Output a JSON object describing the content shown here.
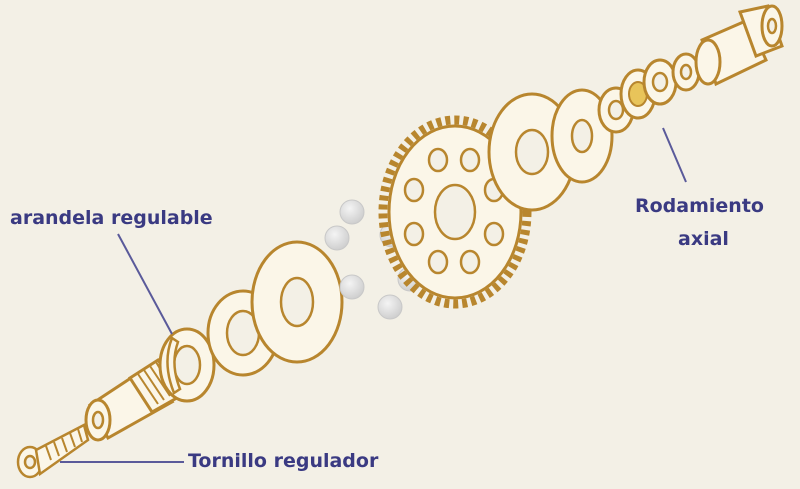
{
  "labels": {
    "adjustable_washer": "arandela regulable",
    "axial_bearing_line1": "Rodamiento",
    "axial_bearing_line2": "axial",
    "adjuster_screw": "Tornillo regulador"
  },
  "colors": {
    "background": "#f3f0e6",
    "outline": "#b8862e",
    "part_fill": "#fbf6e8",
    "hole_fill": "#f3f0e6",
    "ball_fill": "#e2e2e2",
    "label_text": "#3a3a82",
    "leader_line": "#5a5a9a"
  }
}
